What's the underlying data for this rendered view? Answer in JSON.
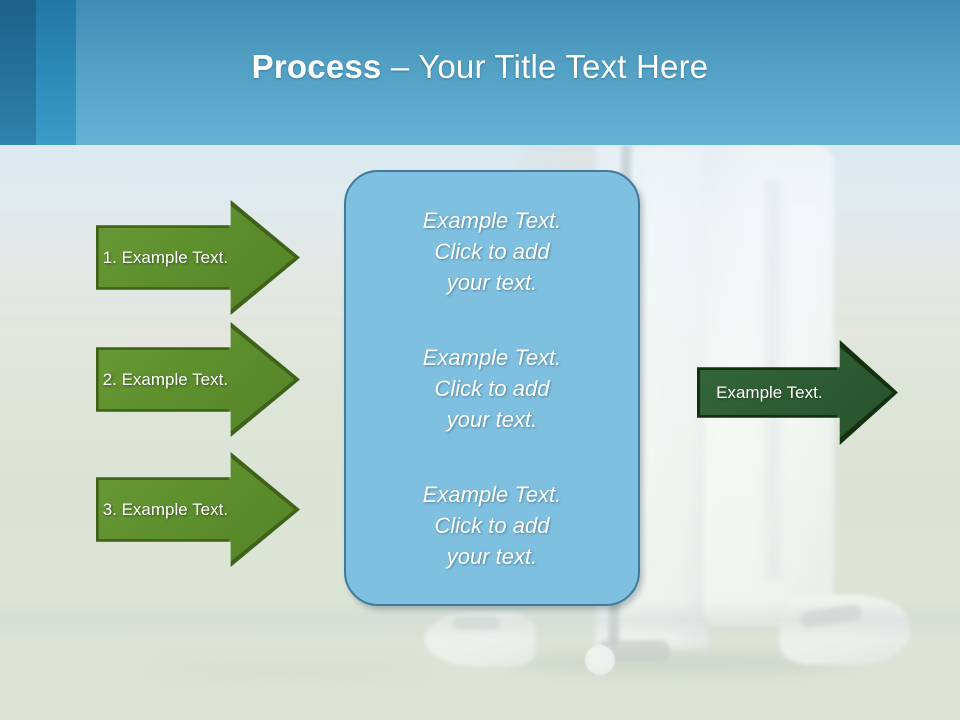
{
  "slide": {
    "title": {
      "bold_part": "Process",
      "rest_part": " – Your Title Text Here"
    },
    "theme": {
      "header_gradient_top": "#3f8cb4",
      "header_gradient_bottom": "#63b1d4",
      "header_band_dark": "#1d6187",
      "header_band_mid": "#2277a4",
      "arrow_green_fill": "#5e8f2d",
      "arrow_green_border": "#3f6219",
      "arrow_darkgreen_fill": "#2e5c32",
      "arrow_darkgreen_border": "#13300f",
      "center_box_fill": "#7fc0e0",
      "center_box_border": "#3f7b9c",
      "background_sky": "#d5e6f1",
      "background_grass": "#c9d5c0",
      "text_white": "#ffffff"
    },
    "left_arrows": [
      {
        "label": "1. Example Text."
      },
      {
        "label": "2. Example Text."
      },
      {
        "label": "3. Example Text."
      }
    ],
    "right_arrow": {
      "label": "Example Text."
    },
    "center_box": {
      "blocks": [
        "Example Text.\nClick  to add\nyour text.",
        "Example Text.\nClick  to add\nyour text.",
        "Example Text.\nClick  to add\nyour text."
      ]
    },
    "background_image": {
      "description": "golfer-putting-photo",
      "elements": [
        "golfer-legs-white-trousers",
        "golf-club-putter",
        "golf-ball",
        "white-golf-shoes",
        "putting-green-grass"
      ]
    }
  }
}
